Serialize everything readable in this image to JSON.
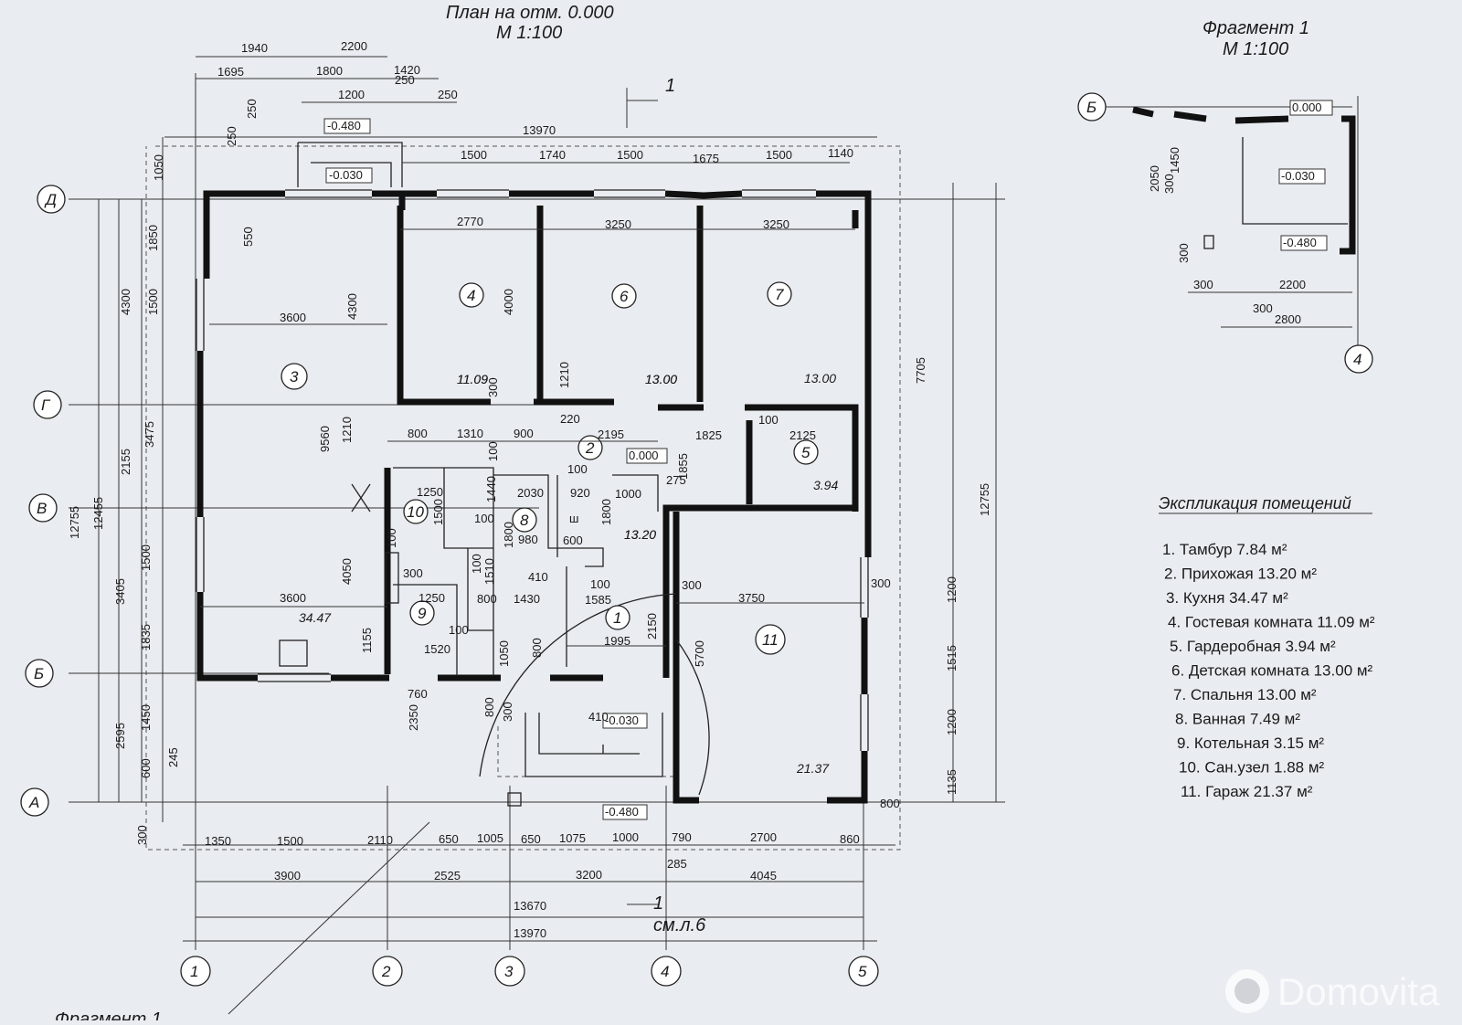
{
  "title": {
    "main": "План на отм. 0.000",
    "scale": "М 1:100"
  },
  "fragment": {
    "title": "Фрагмент 1",
    "scale": "М 1:100",
    "labels": [
      "0.000",
      "-0.030",
      "-0.480",
      "2050",
      "1450",
      "300",
      "300",
      "300",
      "2200",
      "300",
      "2800"
    ],
    "axis_b": "Б",
    "axis_4": "4"
  },
  "fragment_bottom_label": "Фрагмент 1",
  "legend": {
    "heading": "Экспликация помещений",
    "items": [
      "1.  Тамбур  7.84 м²",
      "2.  Прихожая  13.20 м²",
      "3.  Кухня  34.47 м²",
      "4.  Гостевая комната  11.09 м²",
      "5.  Гардеробная  3.94 м²",
      "6.  Детская комната  13.00 м²",
      "7.  Спальня  13.00 м²",
      "8.  Ванная  7.49 м²",
      "9.  Котельная 3.15 м²",
      "10. Сан.узел 1.88 м²",
      "11. Гараж  21.37 м²"
    ]
  },
  "axes": {
    "rows": [
      "Д",
      "Г",
      "В",
      "Б",
      "А"
    ],
    "cols": [
      "1",
      "2",
      "3",
      "4",
      "5"
    ]
  },
  "rooms": {
    "numbers": [
      "1",
      "2",
      "3",
      "4",
      "5",
      "6",
      "7",
      "8",
      "9",
      "10",
      "11"
    ],
    "areas": [
      "34.47",
      "11.09",
      "13.00",
      "13.00",
      "3.94",
      "13.20",
      "21.37"
    ],
    "marks": [
      "0.000",
      "-0.480",
      "-0.030",
      "-0.030",
      "-0.480",
      "ш"
    ]
  },
  "dims": {
    "top_row1": [
      "1940",
      "2200"
    ],
    "top_row2": [
      "1695",
      "1800",
      "1420"
    ],
    "top_row3": [
      "1200",
      "250",
      "250"
    ],
    "top_main": "13970",
    "top_row4": [
      "1500",
      "1740",
      "1500",
      "1675",
      "1500",
      "1140"
    ],
    "inner_top": [
      "2770",
      "3250",
      "3250"
    ],
    "left_outer": [
      "1050",
      "1850",
      "4300",
      "1500",
      "2155",
      "3475",
      "12755",
      "12455",
      "1500",
      "3405",
      "1835",
      "1450",
      "2595",
      "600",
      "245",
      "300"
    ],
    "left_inner": [
      "250",
      "250",
      "550",
      "4300",
      "9560",
      "1210",
      "4050",
      "1155"
    ],
    "right": [
      "7705",
      "12755",
      "1200",
      "1515",
      "1200",
      "1135"
    ],
    "inner": [
      "3600",
      "3600",
      "4000",
      "1210",
      "11.09",
      "300",
      "13.00",
      "800",
      "1310",
      "900",
      "220",
      "2195",
      "1825",
      "100",
      "2125",
      "100",
      "1440",
      "1250",
      "1500",
      "2030",
      "100",
      "920",
      "1000",
      "275",
      "1855",
      "100",
      "1800",
      "980",
      "600",
      "1800",
      "13.20",
      "300",
      "1510",
      "410",
      "100",
      "1250",
      "800",
      "1430",
      "1585",
      "2150",
      "300",
      "3750",
      "300",
      "100",
      "1520",
      "1995",
      "5700",
      "760",
      "2350",
      "1050",
      "800",
      "800",
      "300",
      "410",
      "100",
      "100"
    ],
    "bottom_row1": [
      "1350",
      "1500",
      "2110",
      "650",
      "1005",
      "650",
      "1075",
      "1000",
      "790",
      "2700",
      "860",
      "800"
    ],
    "bottom_285": "285",
    "bottom_row2": [
      "3900",
      "2525",
      "3200",
      "4045"
    ],
    "bottom_row3": "13670",
    "bottom_row4": "13970",
    "section": "1",
    "ref": "см.л.6"
  },
  "watermark": "Domovita"
}
